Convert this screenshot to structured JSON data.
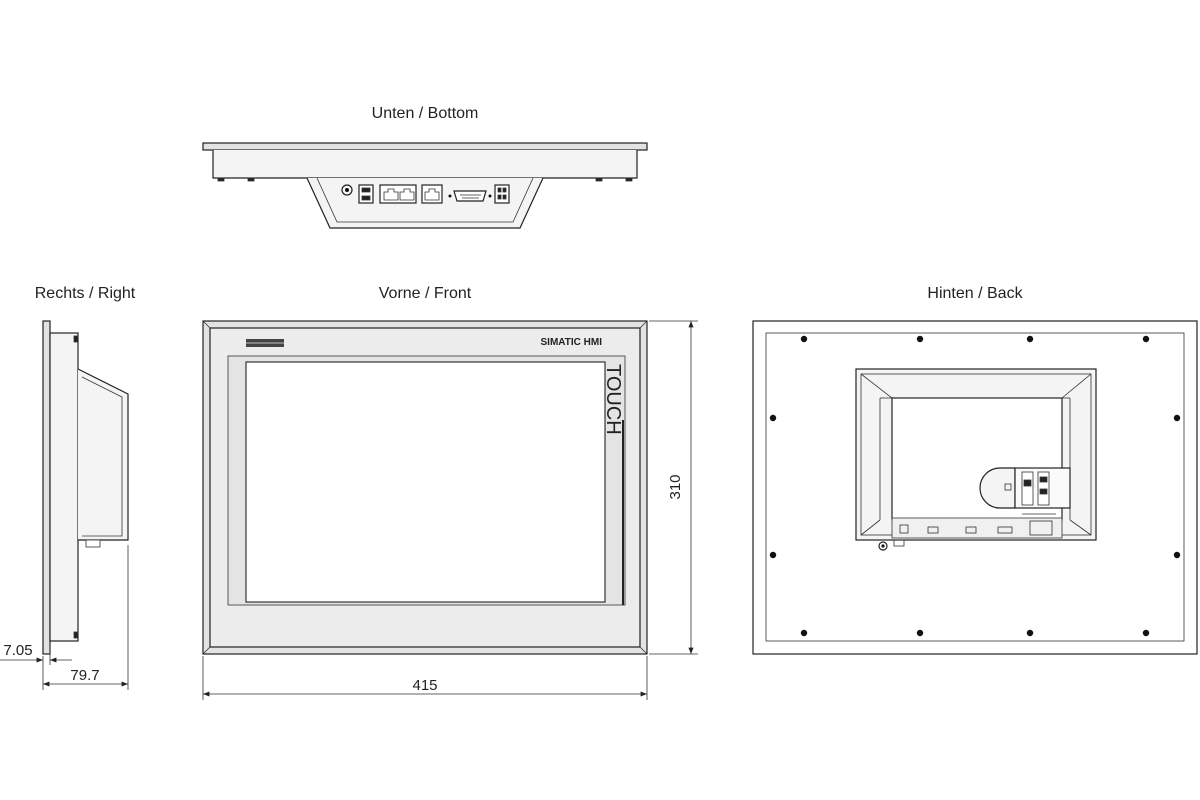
{
  "views": {
    "bottom": "Unten / Bottom",
    "right": "Rechts / Right",
    "front": "Vorne / Front",
    "back": "Hinten / Back"
  },
  "front_panel": {
    "brand": "SIMATIC HMI",
    "touch": "TOUCH"
  },
  "dimensions": {
    "width": "415",
    "height": "310",
    "depth": "79.7",
    "bezel": "7.05"
  },
  "icons": {
    "arrow": "dimension-arrow-icon",
    "mount_hole": "mounting-hole-icon",
    "ground": "ground-terminal-icon"
  },
  "colors": {
    "line": "#222222",
    "frame_fill": "#e3e3e3",
    "background": "#ffffff"
  }
}
